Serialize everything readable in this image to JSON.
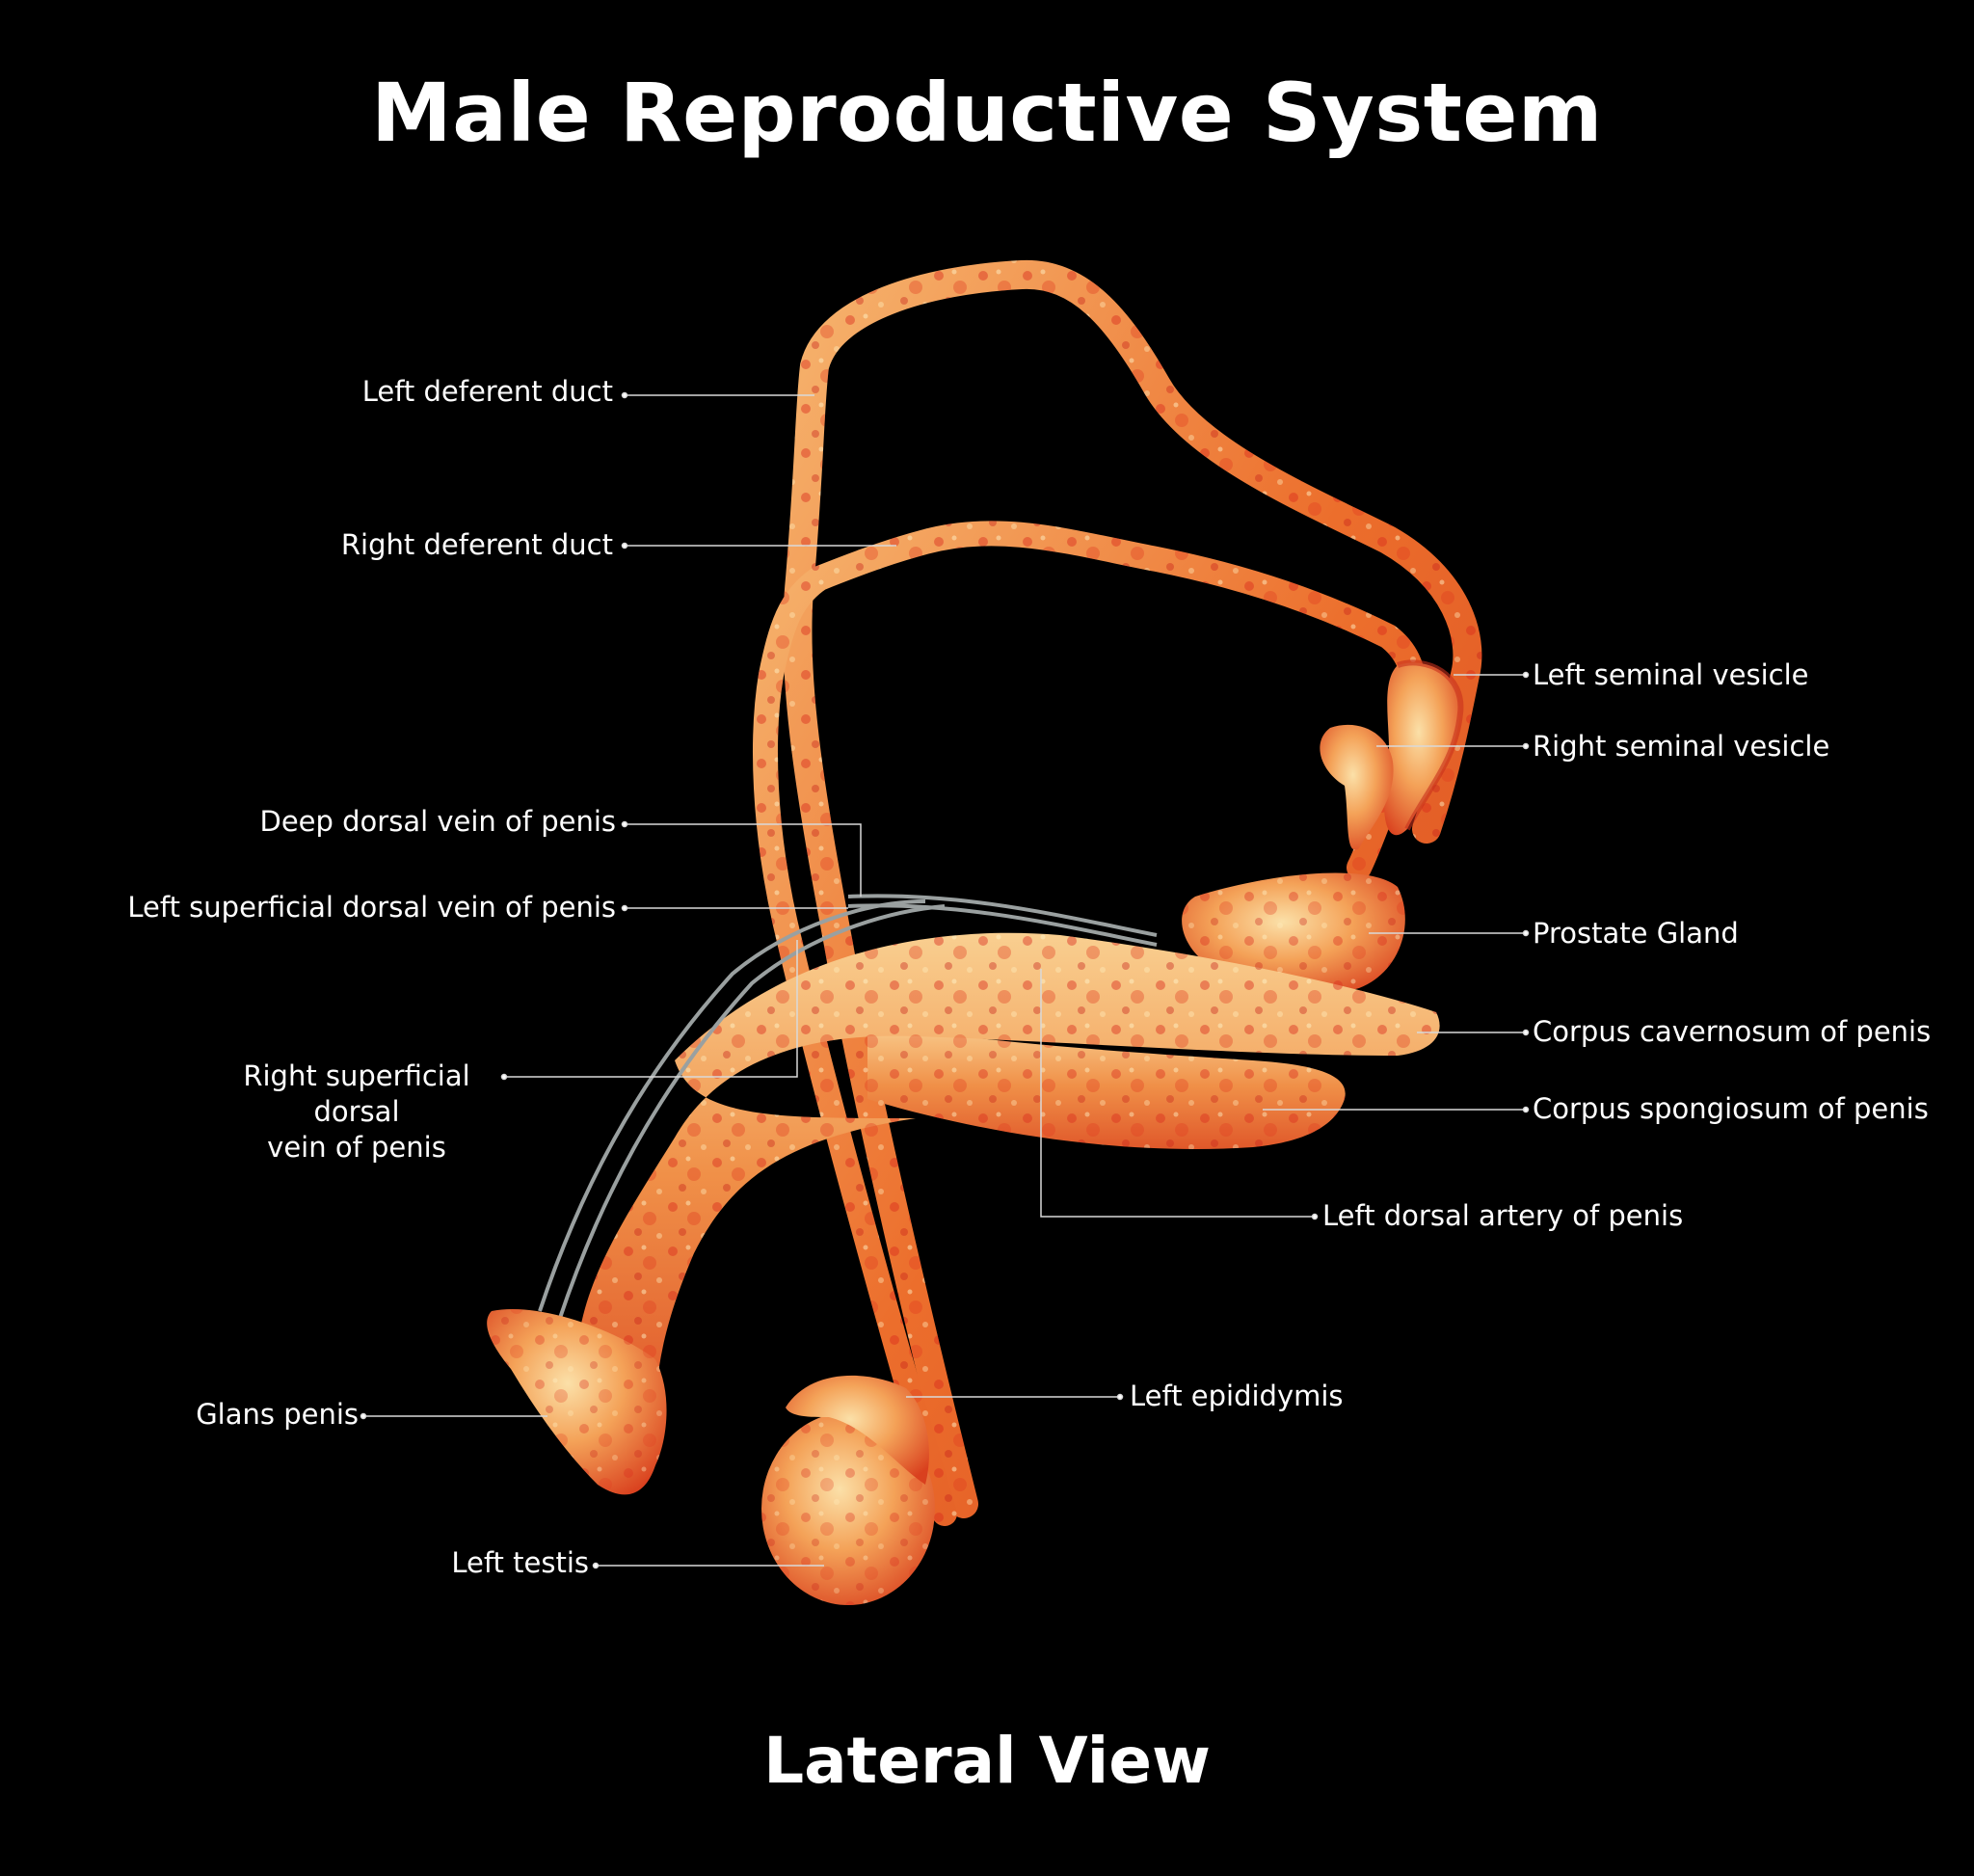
{
  "title": "Male Reproductive System",
  "subtitle": "Lateral View",
  "labels": {
    "left_deferent_duct": "Left deferent duct",
    "right_deferent_duct": "Right deferent duct",
    "deep_dorsal_vein": "Deep dorsal vein of penis",
    "left_superficial_dorsal_vein": "Left superficial dorsal vein of penis",
    "right_superficial_dorsal_vein_line1": "Right superficial dorsal",
    "right_superficial_dorsal_vein_line2": "vein of penis",
    "glans_penis": "Glans penis",
    "left_testis": "Left testis",
    "left_seminal_vesicle": "Left seminal vesicle",
    "right_seminal_vesicle": "Right seminal vesicle",
    "prostate_gland": "Prostate Gland",
    "corpus_cavernosum": "Corpus cavernosum of penis",
    "corpus_spongiosum": "Corpus spongiosum of penis",
    "left_dorsal_artery": "Left dorsal artery of penis",
    "left_epididymis": "Left epididymis"
  },
  "colors": {
    "background": "#000000",
    "text": "#ffffff",
    "leader_line": "#d9d9d9",
    "tissue_light": "#f7c98a",
    "tissue_mid": "#f0803a",
    "tissue_dark": "#d8321e",
    "vein": "#9aa0a0"
  }
}
